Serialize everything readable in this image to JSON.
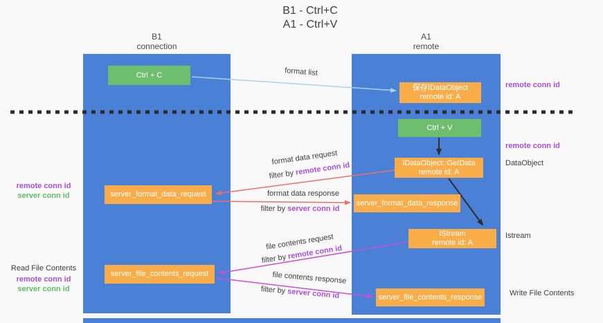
{
  "title": {
    "line1": "B1 - Ctrl+C",
    "line2": "A1 - Ctrl+V"
  },
  "columns": {
    "left": {
      "name": "B1",
      "subtitle": "connection"
    },
    "right": {
      "name": "A1",
      "subtitle": "remote"
    }
  },
  "nodes": {
    "ctrl_c": {
      "label": "Ctrl + C"
    },
    "save_dataobject": {
      "line1": "保存IDataObject",
      "line2": "remote id: A"
    },
    "ctrl_v": {
      "label": "Ctrl + V"
    },
    "getdata": {
      "line1": "IDataObject::GetData",
      "line2": "remote id: A"
    },
    "format_request": {
      "label": "server_format_data_request"
    },
    "format_response": {
      "label": "server_format_data_response"
    },
    "istream": {
      "line1": "IStream",
      "line2": "remote id: A"
    },
    "file_request": {
      "label": "server_file_contents_request"
    },
    "file_response": {
      "label": "server_file_contents_response"
    }
  },
  "arrow_labels": {
    "format_list": "format list",
    "format_data_request": "format data request",
    "filter_remote_1": {
      "prefix": "filter by ",
      "highlight": "remote conn id"
    },
    "format_data_response": "format data response",
    "filter_server_1": {
      "prefix": "filter by ",
      "highlight": "server conn id"
    },
    "file_contents_request": "file contents request",
    "filter_remote_2": {
      "prefix": "filter by ",
      "highlight": "remote conn id"
    },
    "file_contents_response": "file contents response",
    "filter_server_2": {
      "prefix": "filter by ",
      "highlight": "server conn id"
    }
  },
  "side_labels": {
    "right_remote_conn_1": "remote conn id",
    "right_remote_conn_2": "remote conn id",
    "dataobject": "DataObject",
    "istream": "Istream",
    "write_file": "Write File Contents",
    "left_remote_conn_1": "remote conn id",
    "left_server_conn_1": "server conn id",
    "read_file": "Read File Contents",
    "left_remote_conn_2": "remote conn id",
    "left_server_conn_2": "server conn id"
  },
  "colors": {
    "column_blue": "#4a80d6",
    "box_green": "#6fbe6e",
    "box_orange": "#f9ad49",
    "arrow_lightblue": "#a8d2f2",
    "arrow_salmon": "#ea7066",
    "arrow_magenta": "#cc4ed1",
    "highlight_purple": "#a94fd6",
    "highlight_green": "#5fbd68",
    "arrow_dark": "#2f2f2f"
  }
}
